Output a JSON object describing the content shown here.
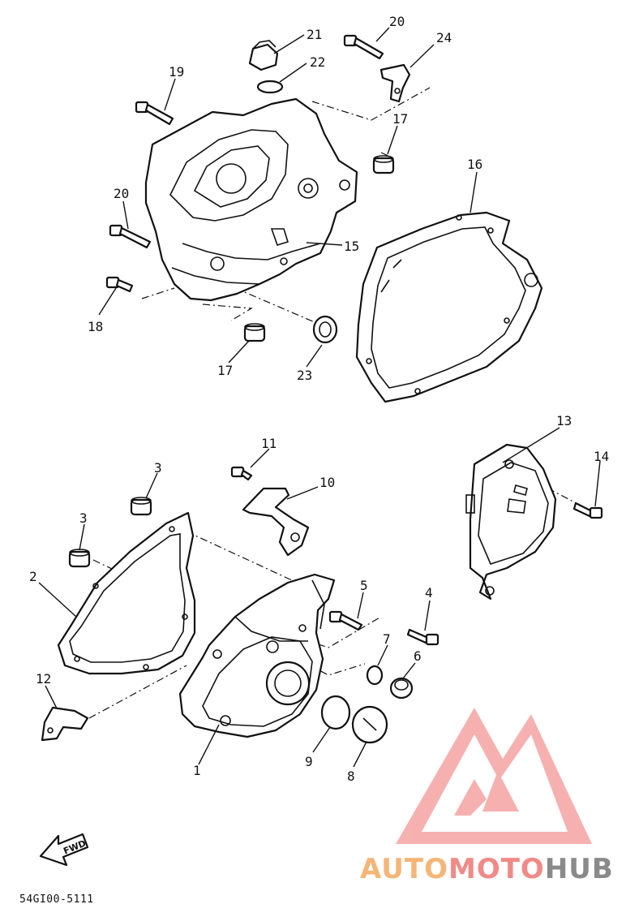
{
  "callouts": {
    "c1": "1",
    "c2": "2",
    "c3a": "3",
    "c3b": "3",
    "c4": "4",
    "c5": "5",
    "c6": "6",
    "c7": "7",
    "c8": "8",
    "c9": "9",
    "c10": "10",
    "c11": "11",
    "c12": "12",
    "c13": "13",
    "c14": "14",
    "c15": "15",
    "c16": "16",
    "c17a": "17",
    "c17b": "17",
    "c18": "18",
    "c19": "19",
    "c20a": "20",
    "c20b": "20",
    "c21": "21",
    "c22": "22",
    "c23": "23",
    "c24": "24"
  },
  "fwd_label": "FWD",
  "diagram_code": "54GI00-5111",
  "watermark": {
    "part1": "AUTO",
    "part2": "MOTO",
    "part3": "HUB",
    "color1": "#f5b577",
    "color2": "#f08a88",
    "color3": "#8a8a8a",
    "logo_color": "#f5a0a0"
  }
}
